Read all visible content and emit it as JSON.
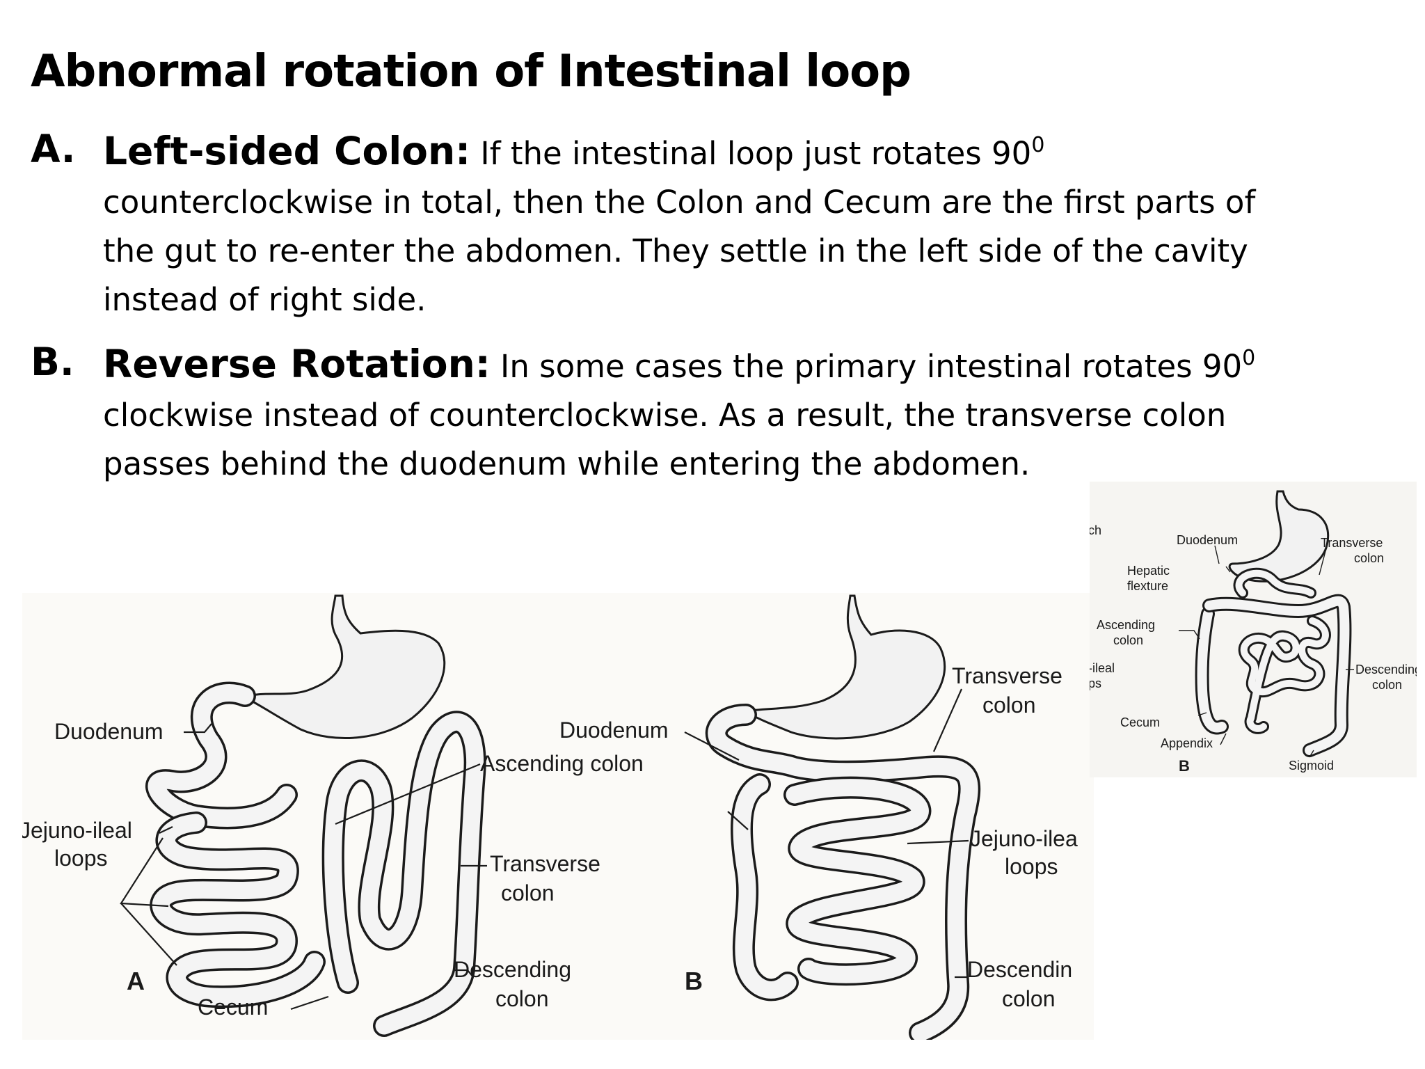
{
  "slide": {
    "title": "Abnormal rotation of Intestinal loop",
    "items": [
      {
        "marker": "A.",
        "heading": "Left-sided Colon:",
        "text_before": " If the intestinal loop just rotates 90",
        "superscript": "0",
        "text_after": " counterclockwise in total, then the Colon and Cecum are the first parts of the gut to re-enter the abdomen. They settle in the left side of the cavity instead of right side."
      },
      {
        "marker": "B.",
        "heading": "Reverse Rotation:",
        "text_before": " In some cases the primary intestinal rotates 90",
        "superscript": "0",
        "text_after": " clockwise instead of counterclockwise. As a result, the transverse colon passes behind the duodenum while entering the abdomen."
      }
    ]
  },
  "figure_main": {
    "panel_a": {
      "letter": "A",
      "labels": {
        "duodenum": "Duodenum",
        "jejuno_line1": "Jejuno-ileal",
        "jejuno_line2": "loops",
        "ascending": "Ascending colon",
        "transverse_line1": "Transverse",
        "transverse_line2": "colon",
        "descending_line1": "Descending",
        "descending_line2": "colon",
        "cecum": "Cecum"
      }
    },
    "panel_b": {
      "letter": "B",
      "labels": {
        "duodenum": "Duodenum",
        "transverse_line1": "Transverse",
        "transverse_line2": "colon",
        "jejuno_line1": "Jejuno-ilea",
        "jejuno_line2": "loops",
        "descending_line1": "Descendin",
        "descending_line2": "colon"
      }
    }
  },
  "figure_small": {
    "letter": "B",
    "labels": {
      "stomach_partial": "ch",
      "duodenum": "Duodenum",
      "hepatic_line1": "Hepatic",
      "hepatic_line2": "flexture",
      "transverse_line1": "Transverse",
      "transverse_line2": "colon",
      "ascending_line1": "Ascending",
      "ascending_line2": "colon",
      "ileal_line1": "-ileal",
      "ileal_line2": "ps",
      "descending_line1": "Descending",
      "descending_line2": "colon",
      "cecum": "Cecum",
      "appendix": "Appendix",
      "sigmoid": "Sigmoid"
    }
  }
}
